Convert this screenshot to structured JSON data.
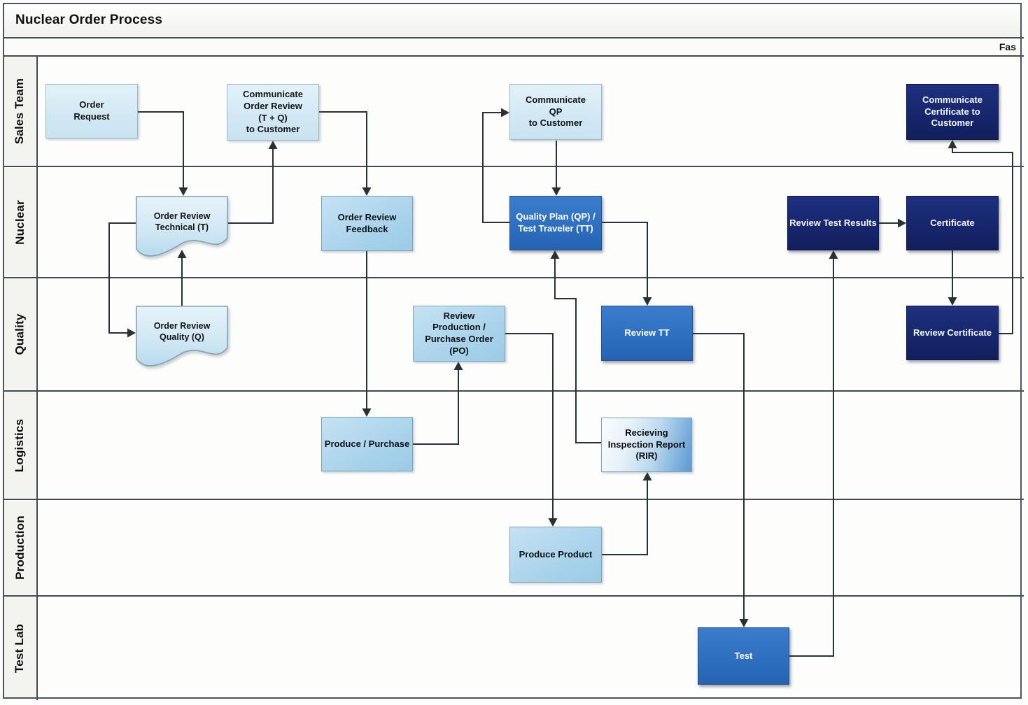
{
  "title": "Nuclear Order Process",
  "phase_band": {
    "right_label": "Fas"
  },
  "lanes": [
    {
      "label": "Sales Team"
    },
    {
      "label": "Nuclear"
    },
    {
      "label": "Quality"
    },
    {
      "label": "Logistics"
    },
    {
      "label": "Production"
    },
    {
      "label": "Test Lab"
    }
  ],
  "nodes": {
    "order_request": {
      "label": "Order\nRequest"
    },
    "comm_order_review": {
      "label": "Communicate\nOrder Review\n(T + Q)\nto Customer"
    },
    "comm_qp": {
      "label": "Communicate\nQP\nto Customer"
    },
    "comm_cert": {
      "label": "Communicate\nCertificate to\nCustomer"
    },
    "order_review_technical": {
      "label": "Order Review\nTechnical (T)"
    },
    "order_review_feedback": {
      "label": "Order Review\nFeedback"
    },
    "qp_tt": {
      "label": "Quality Plan (QP) /\nTest Traveler (TT)"
    },
    "review_test_results": {
      "label": "Review Test Results"
    },
    "certificate": {
      "label": "Certificate"
    },
    "order_review_quality": {
      "label": "Order Review\nQuality (Q)"
    },
    "review_po": {
      "label": "Review\nProduction /\nPurchase Order\n(PO)"
    },
    "review_tt": {
      "label": "Review TT"
    },
    "review_certificate": {
      "label": "Review Certificate"
    },
    "produce_purchase": {
      "label": "Produce / Purchase"
    },
    "rir": {
      "label": "Recieving\nInspection Report\n(RIR)"
    },
    "produce_product": {
      "label": "Produce Product"
    },
    "test": {
      "label": "Test"
    }
  },
  "colors": {
    "light_box": "#d5eaf5",
    "mid_box": "#a5d1ea",
    "blue_box": "#2f6fc0",
    "navy_box": "#16266b",
    "rir_gradient_end": "#5899d3",
    "connector": "#263233",
    "lane_label_bg": "#f3f3f0",
    "grid_line": "#404b4e"
  }
}
